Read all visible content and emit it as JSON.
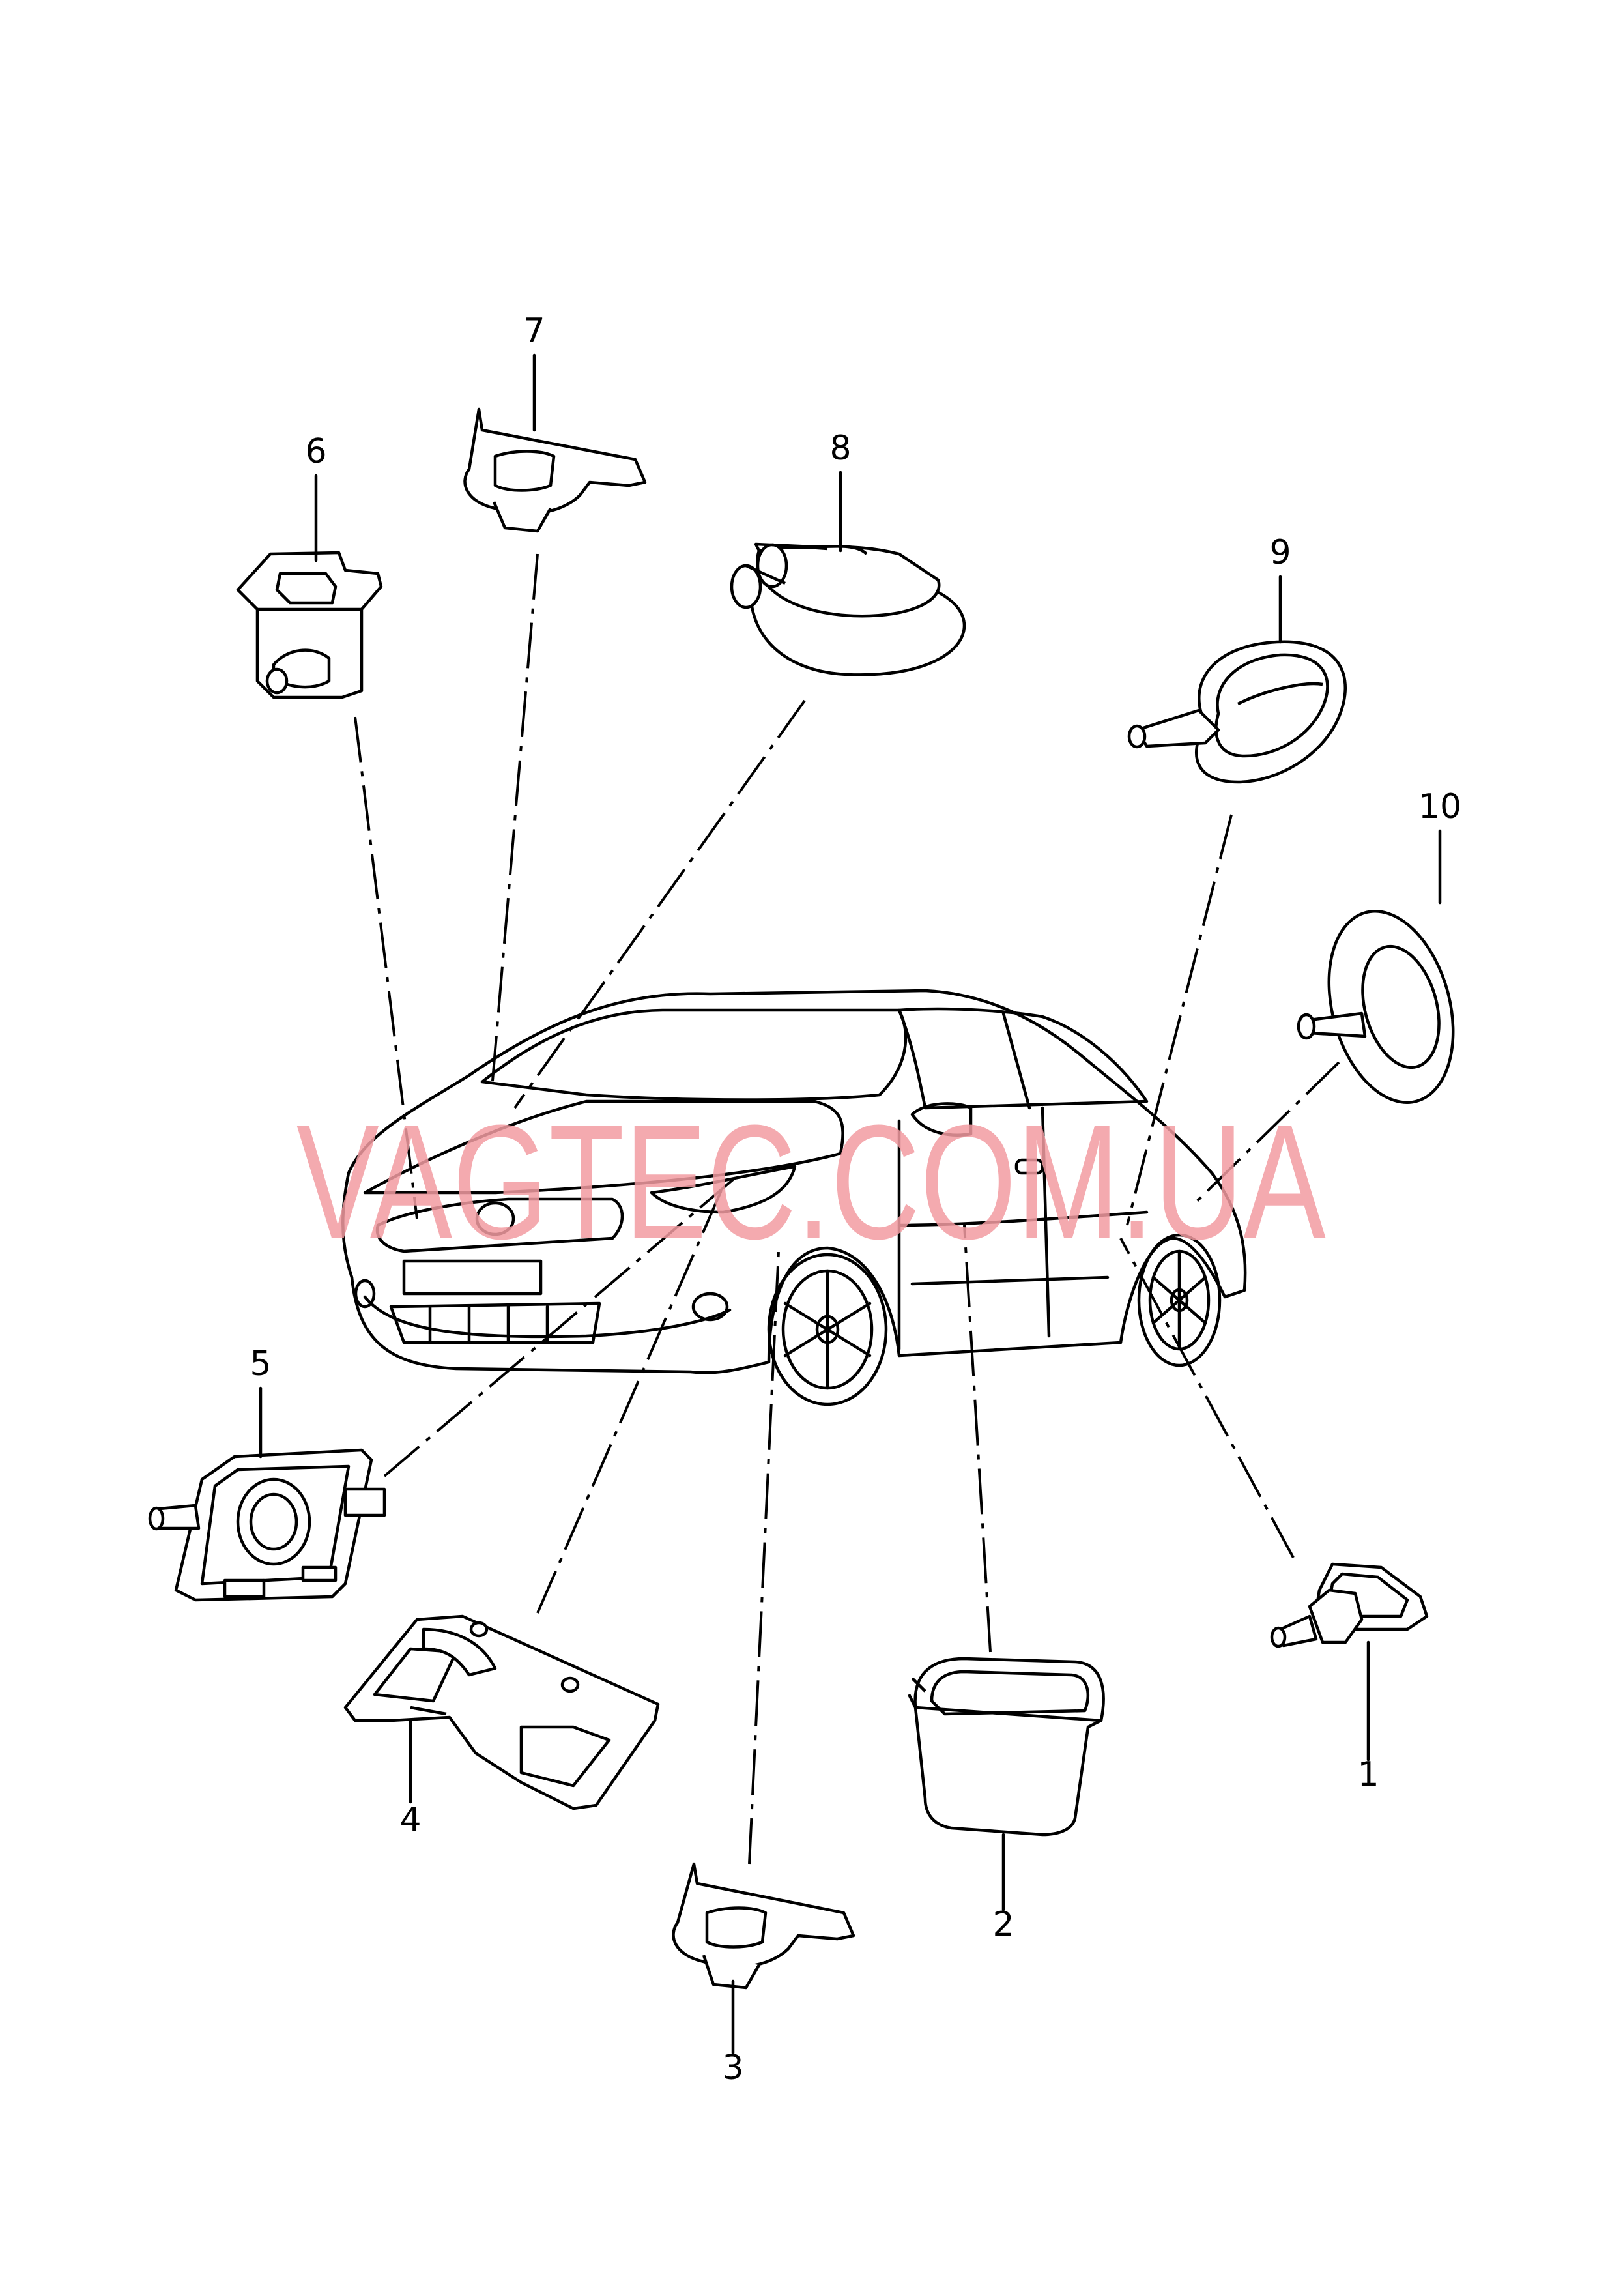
{
  "watermark": {
    "text": "VAGTEC.COM.UA",
    "color": "#f29ba1"
  },
  "callouts": {
    "p1": "1",
    "p2": "2",
    "p3": "3",
    "p4": "4",
    "p5": "5",
    "p6": "6",
    "p7": "7",
    "p8": "8",
    "p9": "9",
    "p10": "10"
  }
}
